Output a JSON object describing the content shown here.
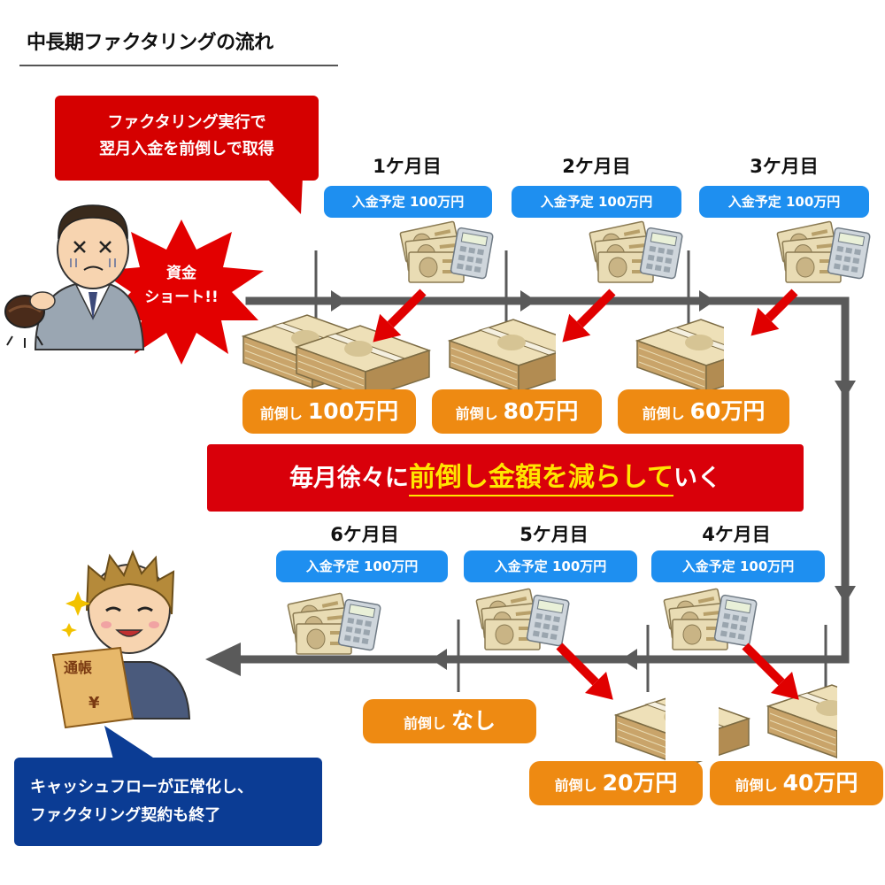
{
  "title": "中長期ファクタリングの流れ",
  "callout_top": {
    "line1": "ファクタリング実行で",
    "line2": "翌月入金を前倒しで取得"
  },
  "short_burst": {
    "line1": "資金",
    "line2": "ショート!!"
  },
  "months": [
    {
      "label": "1ケ月目",
      "income": "入金予定 100万円",
      "advance_prefix": "前倒し",
      "advance_amount": "100万円"
    },
    {
      "label": "2ケ月目",
      "income": "入金予定 100万円",
      "advance_prefix": "前倒し",
      "advance_amount": "80万円"
    },
    {
      "label": "3ケ月目",
      "income": "入金予定 100万円",
      "advance_prefix": "前倒し",
      "advance_amount": "60万円"
    },
    {
      "label": "4ケ月目",
      "income": "入金予定 100万円",
      "advance_prefix": "前倒し",
      "advance_amount": "40万円"
    },
    {
      "label": "5ケ月目",
      "income": "入金予定 100万円",
      "advance_prefix": "前倒し",
      "advance_amount": "20万円"
    },
    {
      "label": "6ケ月目",
      "income": "入金予定 100万円",
      "advance_prefix": "前倒し",
      "advance_amount": "なし"
    }
  ],
  "banner": {
    "pre": "毎月徐々に",
    "highlight": "前倒し金額を減らして",
    "post": "いく"
  },
  "callout_bottom": {
    "line1": "キャッシュフローが正常化し、",
    "line2": "ファクタリング契約も終了"
  },
  "passbook": {
    "text1": "通帳",
    "text2": "¥"
  },
  "colors": {
    "red": "#d9000a",
    "blue_pill": "#1e8ff0",
    "orange": "#ee8a12",
    "navy": "#0b3c94",
    "flow_gray": "#5a5a5a",
    "highlight_yellow": "#ffe500"
  },
  "icons": [
    "banknote-stack-icon",
    "calculator-icon",
    "money-bundle-icon",
    "red-arrow-icon",
    "worried-man-icon",
    "relieved-man-icon",
    "explosion-burst-icon"
  ]
}
